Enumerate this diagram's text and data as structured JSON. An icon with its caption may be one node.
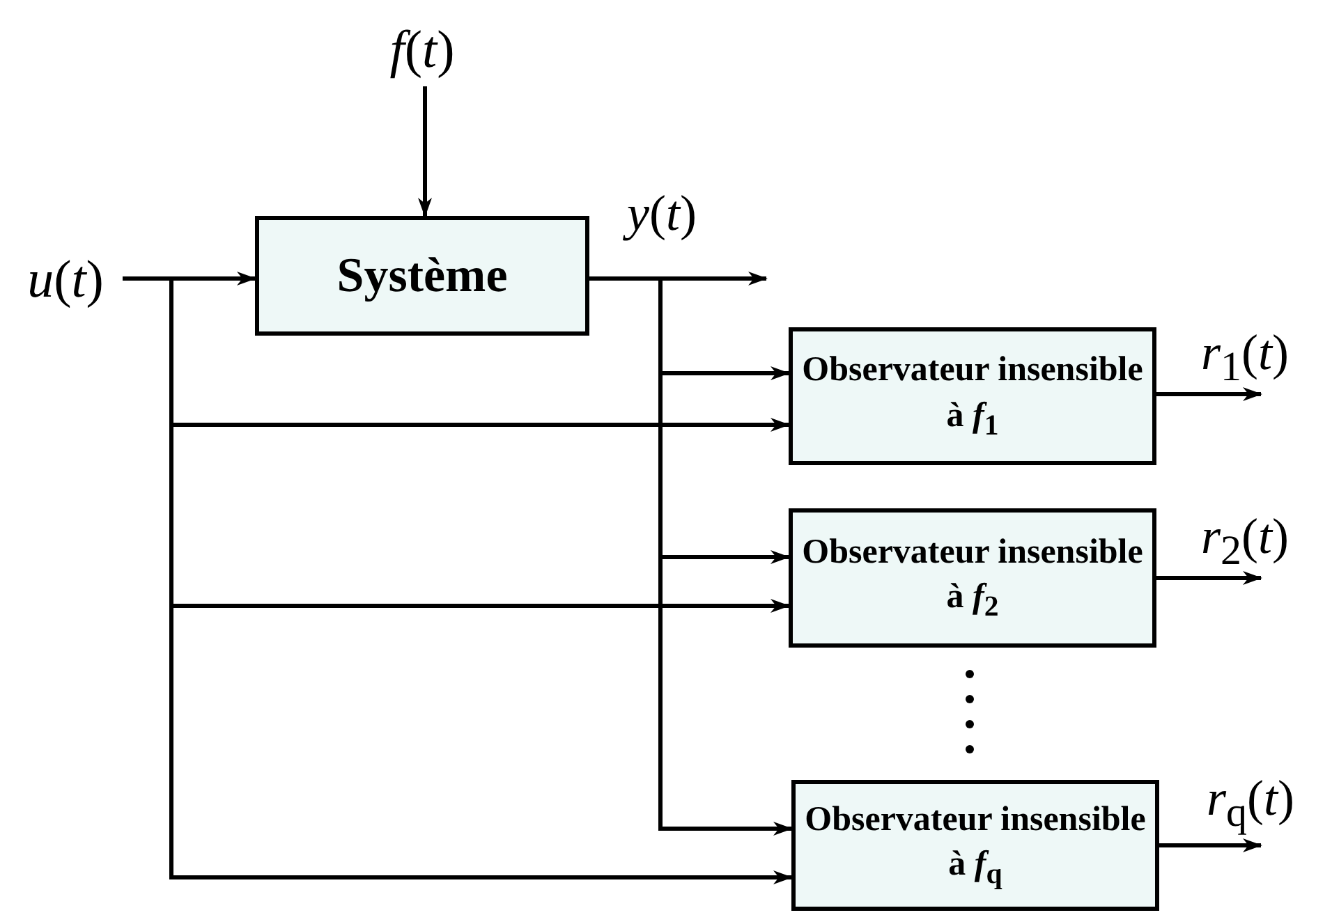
{
  "diagram": {
    "nodes": [
      {
        "text": [
          "*u*(*t*)"
        ]
      },
      {
        "text": [
          "*f*(*t*)"
        ]
      },
      {
        "text": [
          "Système"
        ]
      },
      {
        "text": [
          "Observateur insensible à *f*$_{1}$"
        ]
      },
      {
        "text": [
          "Observateur insensible à *f*$_{2}$"
        ]
      },
      {
        "text": [
          "Observateur insensible à *f*$_{q}$"
        ]
      }
    ],
    "edges": [
      {
        "from": 0,
        "to": 2,
        "arrow": "to"
      },
      {
        "from": 1,
        "to": 2,
        "arrow": "to"
      },
      {
        "from": 2,
        "to": null,
        "arrow": "to",
        "label": "*y*(*t*)"
      },
      {
        "from": 2,
        "to": 3,
        "arrow": "to"
      },
      {
        "from": 2,
        "to": 4,
        "arrow": "to"
      },
      {
        "from": 2,
        "to": 5,
        "arrow": "to"
      },
      {
        "from": 0,
        "to": 3,
        "arrow": "to"
      },
      {
        "from": 0,
        "to": 4,
        "arrow": "to"
      },
      {
        "from": 0,
        "to": 5,
        "arrow": "to"
      },
      {
        "from": 3,
        "to": null,
        "arrow": "to",
        "label": "*r*$_{1}$(*t*)"
      },
      {
        "from": 4,
        "to": null,
        "arrow": "to",
        "label": "*r*$_{2}$(*t*)"
      },
      {
        "from": 5,
        "to": null,
        "arrow": "to",
        "label": "*r*$_{q}$(*t*)"
      }
    ]
  }
}
